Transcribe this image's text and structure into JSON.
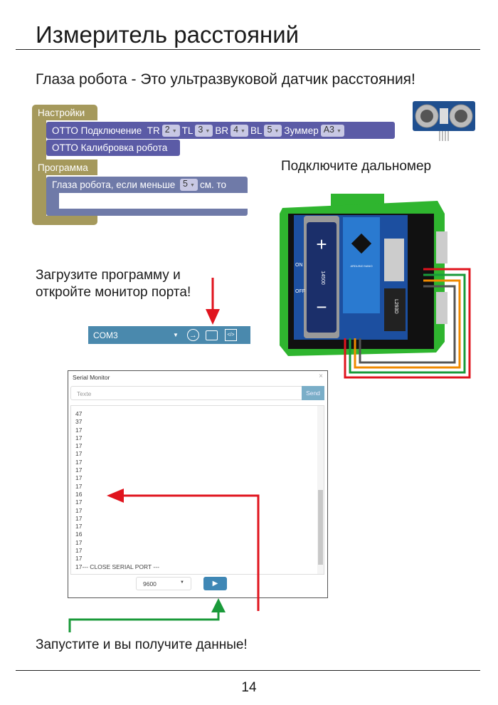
{
  "page": {
    "title": "Измеритель расстояний",
    "subtitle": "Глаза робота - Это ультразвуковой датчик расстояния!",
    "connect_label": "Подключите дальномер",
    "upload_line1": "Загрузите программу и",
    "upload_line2": "откройте монитор порта!",
    "run_label": "Запустите и вы получите данные!",
    "page_number": "14"
  },
  "blocks": {
    "settings": "Настройки",
    "otto_connect": "ОТТО Подключение",
    "tr_label": "TR",
    "tr": "2",
    "tl_label": "TL",
    "tl": "3",
    "br_label": "BR",
    "br": "4",
    "bl_label": "BL",
    "bl": "5",
    "buzzer_label": "Зуммер",
    "buzzer": "A3",
    "calibrate": "ОТТО Калибровка робота",
    "program": "Программа",
    "eyes": "Глаза робота, если меньше",
    "eyes_value": "5",
    "eyes_suffix": "см. то"
  },
  "toolbar": {
    "port": "COM3"
  },
  "serial_monitor": {
    "title": "Serial Monitor",
    "input_placeholder": "Texte",
    "send": "Send",
    "lines": [
      "47",
      "37",
      "17",
      "17",
      "17",
      "17",
      "17",
      "17",
      "17",
      "17",
      "16",
      "17",
      "17",
      "17",
      "17",
      "16",
      "17",
      "17",
      "17",
      "17--- CLOSE SERIAL PORT ---"
    ],
    "baud": "9600"
  },
  "board": {
    "battery": "14500",
    "on": "ON",
    "off": "OFF",
    "driver": "L293D",
    "nano": "ARDUINO NANO",
    "plus": "+",
    "minus": "−"
  },
  "colors": {
    "red_wire": "#e0141e",
    "green_wire": "#1a9a3a",
    "orange_wire": "#f08a00",
    "gray_wire": "#555555",
    "case": "#2fb52f"
  }
}
